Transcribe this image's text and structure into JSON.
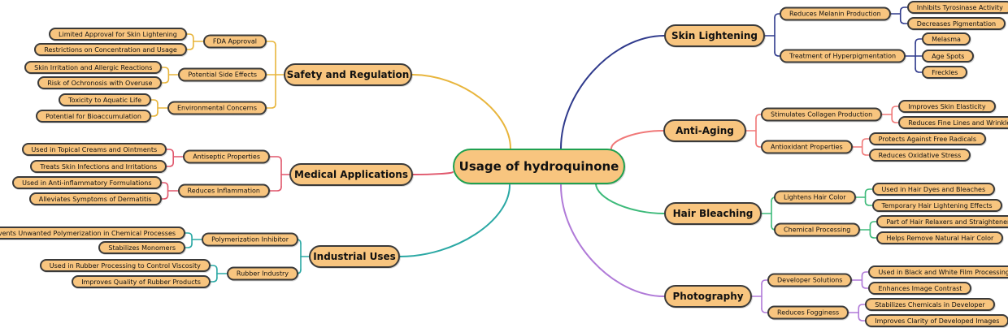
{
  "root": {
    "label": "Usage of hydroquinone",
    "border_color": "#1fa04f"
  },
  "branches": [
    {
      "label": "Safety and Regulation",
      "side": "left",
      "color": "#e8b53c",
      "children": [
        {
          "label": "FDA Approval",
          "children": [
            "Limited Approval for Skin Lightening",
            "Restrictions on Concentration and Usage"
          ]
        },
        {
          "label": "Potential Side Effects",
          "children": [
            "Skin Irritation and Allergic Reactions",
            "Risk of Ochronosis with Overuse"
          ]
        },
        {
          "label": "Environmental Concerns",
          "children": [
            "Toxicity to Aquatic Life",
            "Potential for Bioaccumulation"
          ]
        }
      ]
    },
    {
      "label": "Medical Applications",
      "side": "left",
      "color": "#e0566b",
      "children": [
        {
          "label": "Antiseptic Properties",
          "children": [
            "Used in Topical Creams and Ointments",
            "Treats Skin Infections and Irritations"
          ]
        },
        {
          "label": "Reduces Inflammation",
          "children": [
            "Used in Anti-inflammatory Formulations",
            "Alleviates Symptoms of Dermatitis"
          ]
        }
      ]
    },
    {
      "label": "Industrial Uses",
      "side": "left",
      "color": "#2aa8a4",
      "children": [
        {
          "label": "Polymerization Inhibitor",
          "children": [
            "Prevents Unwanted Polymerization in Chemical Processes",
            "Stabilizes Monomers"
          ]
        },
        {
          "label": "Rubber Industry",
          "children": [
            "Used in Rubber Processing to Control Viscosity",
            "Improves Quality of Rubber Products"
          ]
        }
      ]
    },
    {
      "label": "Skin Lightening",
      "side": "right",
      "color": "#2f3a8c",
      "children": [
        {
          "label": "Reduces Melanin Production",
          "children": [
            "Inhibits Tyrosinase Activity",
            "Decreases Pigmentation"
          ]
        },
        {
          "label": "Treatment of Hyperpigmentation",
          "children": [
            "Melasma",
            "Age Spots",
            "Freckles"
          ]
        }
      ]
    },
    {
      "label": "Anti-Aging",
      "side": "right",
      "color": "#f07878",
      "children": [
        {
          "label": "Stimulates Collagen Production",
          "children": [
            "Improves Skin Elasticity",
            "Reduces Fine Lines and Wrinkles"
          ]
        },
        {
          "label": "Antioxidant Properties",
          "children": [
            "Protects Against Free Radicals",
            "Reduces Oxidative Stress"
          ]
        }
      ]
    },
    {
      "label": "Hair Bleaching",
      "side": "right",
      "color": "#3dba7a",
      "children": [
        {
          "label": "Lightens Hair Color",
          "children": [
            "Used in Hair Dyes and Bleaches",
            "Temporary Hair Lightening Effects"
          ]
        },
        {
          "label": "Chemical Processing",
          "children": [
            "Part of Hair Relaxers and Straighteners",
            "Helps Remove Natural Hair Color"
          ]
        }
      ]
    },
    {
      "label": "Photography",
      "side": "right",
      "color": "#b07ad8",
      "children": [
        {
          "label": "Developer Solutions",
          "children": [
            "Used in Black and White Film Processing",
            "Enhances Image Contrast"
          ]
        },
        {
          "label": "Reduces Fogginess",
          "children": [
            "Stabilizes Chemicals in Developer",
            "Improves Clarity of Developed Images"
          ]
        }
      ]
    }
  ]
}
